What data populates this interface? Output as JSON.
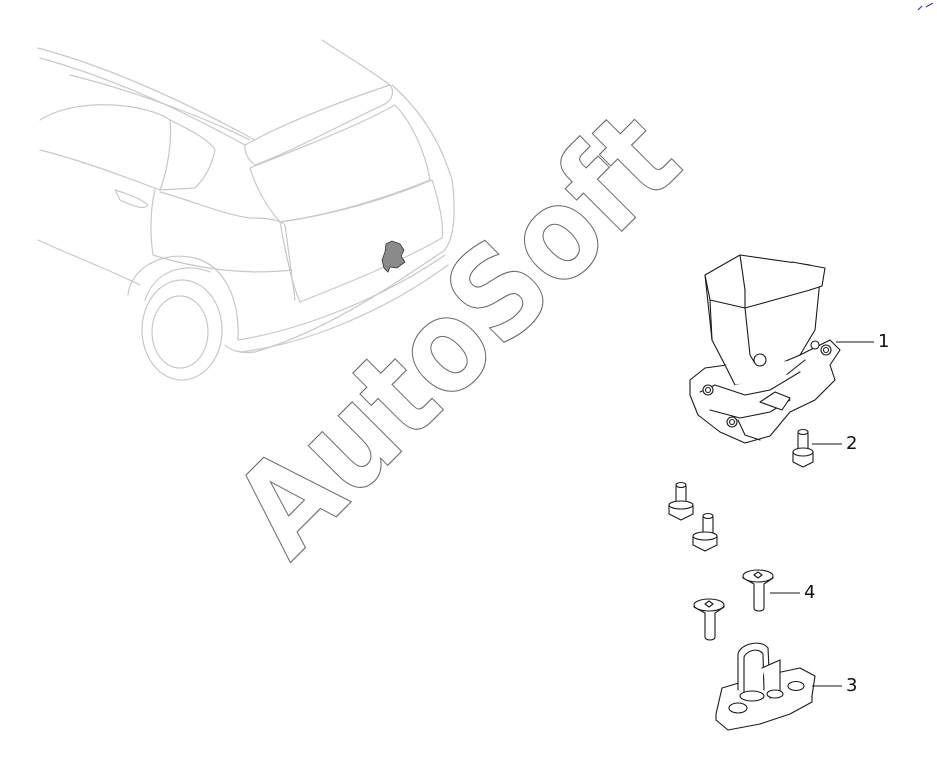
{
  "watermark": {
    "text": "AutoSoft"
  },
  "callouts": [
    {
      "id": "1",
      "label": "1",
      "part": "latch"
    },
    {
      "id": "2",
      "label": "2",
      "part": "latch-bolt"
    },
    {
      "id": "3",
      "label": "3",
      "part": "striker"
    },
    {
      "id": "4",
      "label": "4",
      "part": "striker-screw"
    }
  ],
  "colors": {
    "line": "#1a1a1a",
    "vehicle_outline": "#c8c8c8",
    "highlight_fill": "#8a8a8a",
    "watermark": "#6a6a6a",
    "corner_mark": "#3b3bd0"
  }
}
